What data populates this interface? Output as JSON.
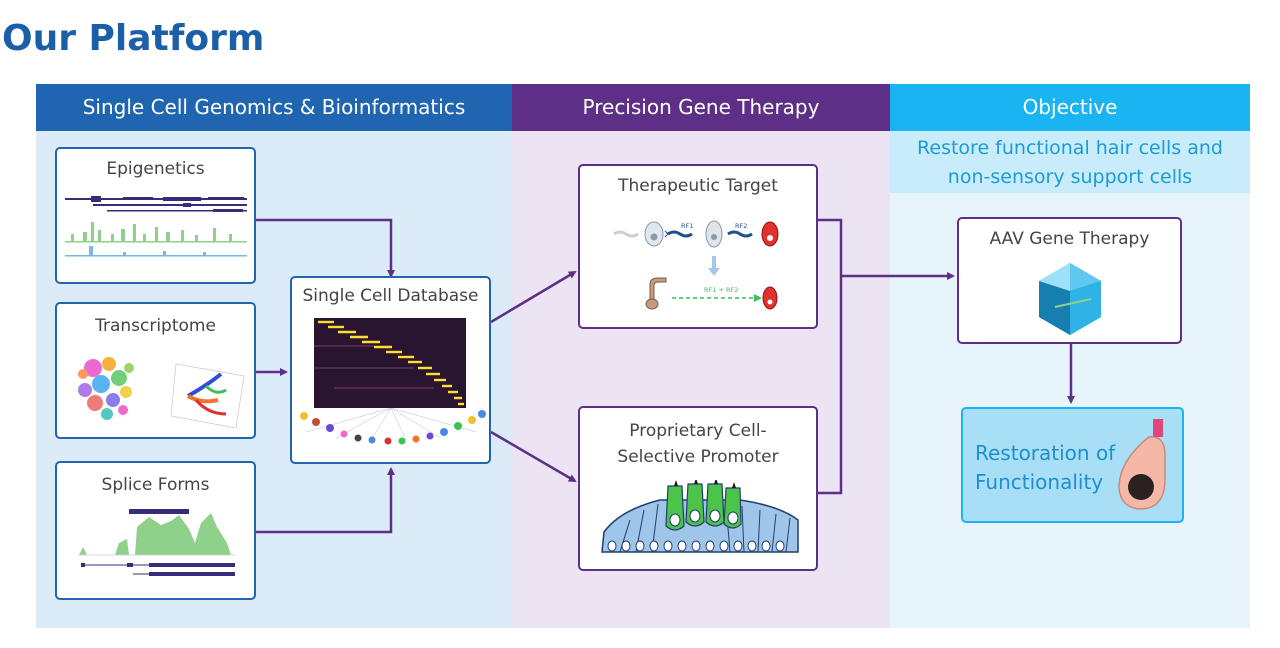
{
  "page_title": "Our Platform",
  "columns": {
    "genomics": "Single Cell Genomics & Bioinformatics",
    "therapy": "Precision Gene Therapy",
    "objective": "Objective"
  },
  "objective_text": {
    "line1": "Restore functional hair cells and",
    "line2": "non-sensory support cells"
  },
  "boxes": {
    "epigenetics": "Epigenetics",
    "transcriptome": "Transcriptome",
    "splice_forms": "Splice Forms",
    "single_cell_db": "Single Cell Database",
    "therapeutic_target": "Therapeutic Target",
    "promoter_line1": "Proprietary Cell-",
    "promoter_line2": "Selective Promoter",
    "aav": "AAV Gene Therapy",
    "restoration_line1": "Restoration of",
    "restoration_line2": "Functionality"
  },
  "target_labels": {
    "rf1": "RF1",
    "rf2": "RF2",
    "rf_combo": "RF1 + RF2"
  },
  "colors": {
    "blue": "#1f65b0",
    "purple": "#5e2f86",
    "cyan": "#19b4f1",
    "title": "#1a5fa8"
  }
}
